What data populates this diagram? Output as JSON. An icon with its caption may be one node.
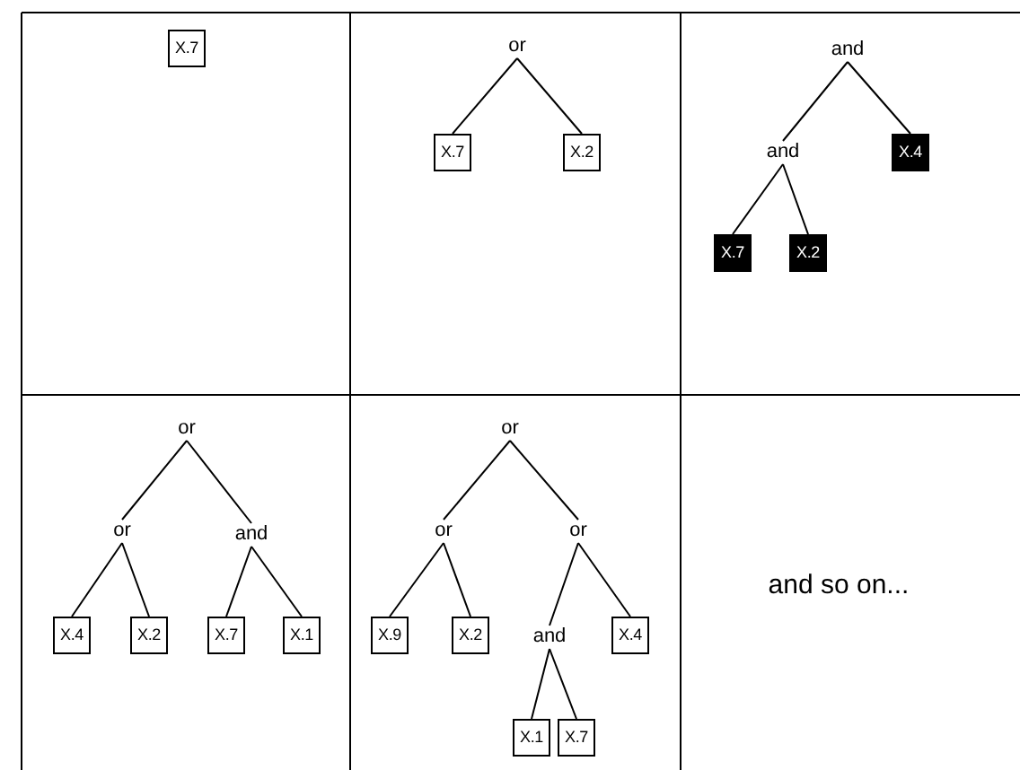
{
  "diagram": {
    "nodes": [
      {
        "text": [
          "X.7"
        ]
      },
      {
        "text": [
          "or"
        ]
      },
      {
        "text": [
          "X.7"
        ]
      },
      {
        "text": [
          "X.2"
        ]
      },
      {
        "text": [
          "and"
        ]
      },
      {
        "text": [
          "and"
        ]
      },
      {
        "text": [
          "X.4"
        ]
      },
      {
        "text": [
          "X.7"
        ]
      },
      {
        "text": [
          "X.2"
        ]
      },
      {
        "text": [
          "or"
        ]
      },
      {
        "text": [
          "or"
        ]
      },
      {
        "text": [
          "and"
        ]
      },
      {
        "text": [
          "X.4"
        ]
      },
      {
        "text": [
          "X.2"
        ]
      },
      {
        "text": [
          "X.7"
        ]
      },
      {
        "text": [
          "X.1"
        ]
      },
      {
        "text": [
          "or"
        ]
      },
      {
        "text": [
          "or"
        ]
      },
      {
        "text": [
          "or"
        ]
      },
      {
        "text": [
          "X.9"
        ]
      },
      {
        "text": [
          "X.2"
        ]
      },
      {
        "text": [
          "and"
        ]
      },
      {
        "text": [
          "X.4"
        ]
      },
      {
        "text": [
          "X.1"
        ]
      },
      {
        "text": [
          "X.7"
        ]
      }
    ],
    "edges": [
      {
        "from": 1,
        "to": 2,
        "arrow": "none"
      },
      {
        "from": 1,
        "to": 3,
        "arrow": "none"
      },
      {
        "from": 4,
        "to": 5,
        "arrow": "none"
      },
      {
        "from": 4,
        "to": 6,
        "arrow": "none"
      },
      {
        "from": 5,
        "to": 7,
        "arrow": "none"
      },
      {
        "from": 5,
        "to": 8,
        "arrow": "none"
      },
      {
        "from": 9,
        "to": 10,
        "arrow": "none"
      },
      {
        "from": 9,
        "to": 11,
        "arrow": "none"
      },
      {
        "from": 10,
        "to": 12,
        "arrow": "none"
      },
      {
        "from": 10,
        "to": 13,
        "arrow": "none"
      },
      {
        "from": 11,
        "to": 14,
        "arrow": "none"
      },
      {
        "from": 11,
        "to": 15,
        "arrow": "none"
      },
      {
        "from": 16,
        "to": 17,
        "arrow": "none"
      },
      {
        "from": 16,
        "to": 18,
        "arrow": "none"
      },
      {
        "from": 17,
        "to": 19,
        "arrow": "none"
      },
      {
        "from": 17,
        "to": 20,
        "arrow": "none"
      },
      {
        "from": 18,
        "to": 21,
        "arrow": "none"
      },
      {
        "from": 18,
        "to": 22,
        "arrow": "none"
      },
      {
        "from": 21,
        "to": 23,
        "arrow": "none"
      },
      {
        "from": 21,
        "to": 24,
        "arrow": "none"
      }
    ],
    "labels": [
      "and so on..."
    ]
  }
}
